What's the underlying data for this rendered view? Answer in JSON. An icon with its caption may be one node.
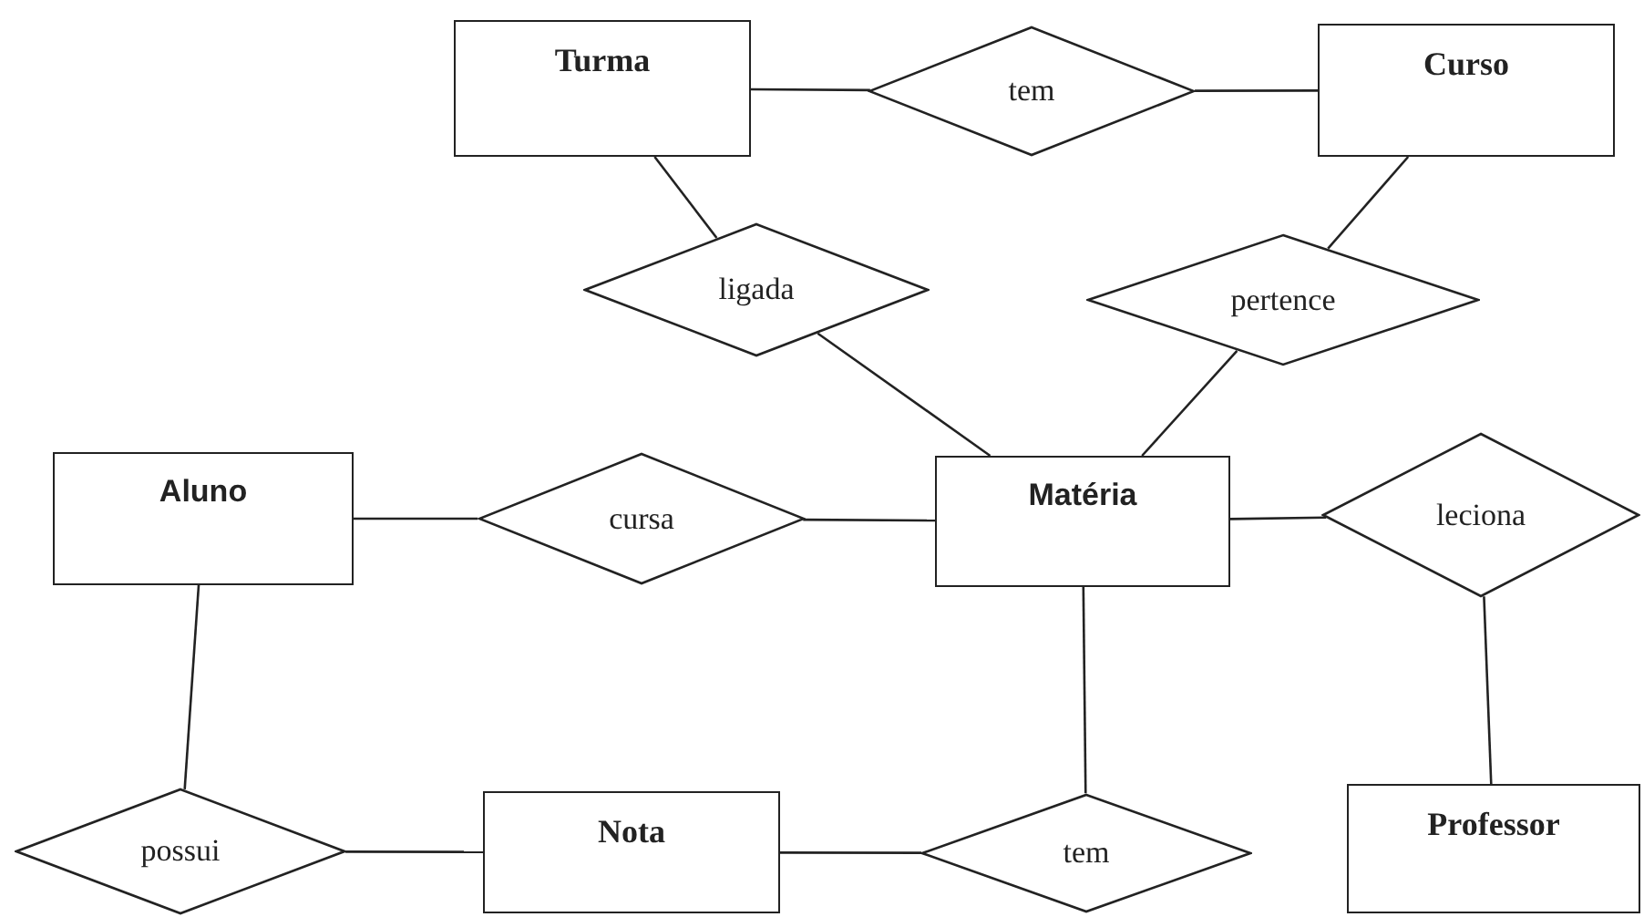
{
  "diagram": {
    "nodes": [
      {
        "text": [
          "Turma"
        ]
      },
      {
        "text": [
          "tem"
        ]
      },
      {
        "text": [
          "Curso"
        ]
      },
      {
        "text": [
          "ligada"
        ]
      },
      {
        "text": [
          "pertence"
        ]
      },
      {
        "text": [
          "Aluno"
        ]
      },
      {
        "text": [
          "cursa"
        ]
      },
      {
        "text": [
          "Matéria"
        ]
      },
      {
        "text": [
          "leciona"
        ]
      },
      {
        "text": [
          "Professor"
        ]
      },
      {
        "text": [
          "possui"
        ]
      },
      {
        "text": [
          "Nota"
        ]
      },
      {
        "text": [
          "tem"
        ]
      }
    ],
    "edges": [
      {
        "from": 0,
        "to": 1,
        "arrow": "none"
      },
      {
        "from": 1,
        "to": 2,
        "arrow": "none"
      },
      {
        "from": 0,
        "to": 3,
        "arrow": "none"
      },
      {
        "from": 3,
        "to": 7,
        "arrow": "none"
      },
      {
        "from": 2,
        "to": 4,
        "arrow": "none"
      },
      {
        "from": 4,
        "to": 7,
        "arrow": "none"
      },
      {
        "from": 5,
        "to": 6,
        "arrow": "none"
      },
      {
        "from": 6,
        "to": 7,
        "arrow": "none"
      },
      {
        "from": 7,
        "to": 8,
        "arrow": "none"
      },
      {
        "from": 8,
        "to": 9,
        "arrow": "none"
      },
      {
        "from": 5,
        "to": 10,
        "arrow": "none"
      },
      {
        "from": 10,
        "to": 11,
        "arrow": "none"
      },
      {
        "from": 11,
        "to": 12,
        "arrow": "none"
      },
      {
        "from": 12,
        "to": 7,
        "arrow": "none"
      }
    ]
  }
}
